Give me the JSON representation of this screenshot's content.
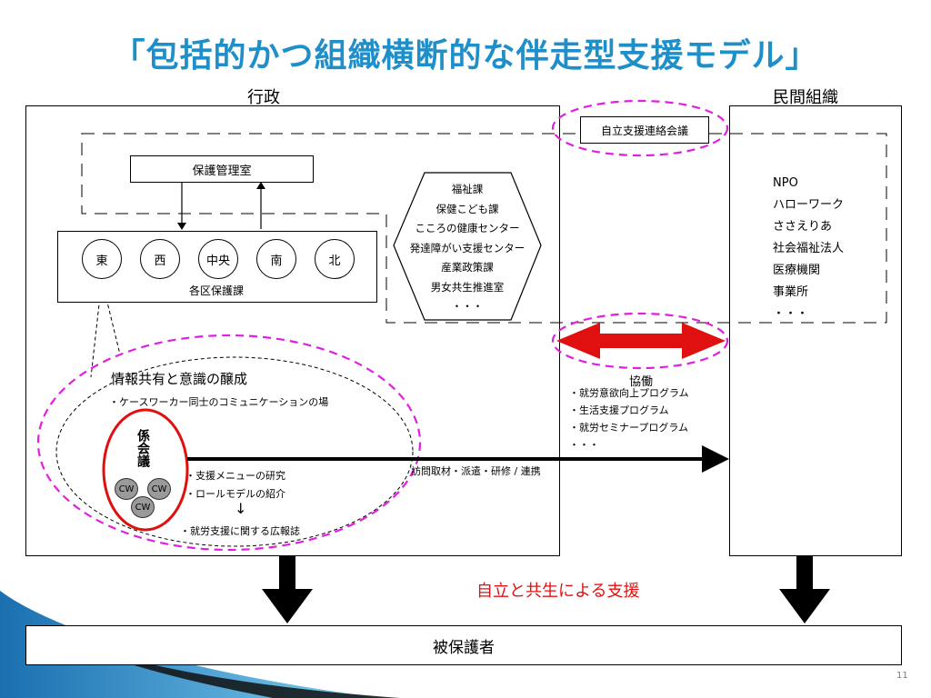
{
  "title": "「包括的かつ組織横断的な伴走型支援モデル」",
  "gov_label": "行政",
  "private_label": "民間組織",
  "council": "自立支援連絡会議",
  "hogo_office": "保護管理室",
  "wards": [
    "東",
    "西",
    "中央",
    "南",
    "北"
  ],
  "ward_caption": "各区保護課",
  "depts": [
    "福祉課",
    "保健こども課",
    "こころの健康センター",
    "発達障がい支援センター",
    "産業政策課",
    "男女共生推進室",
    "・・・"
  ],
  "private_orgs": [
    "NPO",
    "ハローワーク",
    "ささえりあ",
    "社会福祉法人",
    "医療機関",
    "事業所",
    "・・・"
  ],
  "info_title": "情報共有と意識の醸成",
  "info_bullet": "・ケースワーカー同士のコミュニケーションの場",
  "kakari": "係会議",
  "cw_label": "CW",
  "activities": [
    "・支援メニューの研究",
    "・ロールモデルの紹介"
  ],
  "down_arrow": "↓",
  "pr_item": "・就労支援に関する広報誌",
  "kyodo": "協働",
  "programs": [
    "・就労意欲向上プログラム",
    "・生活支援プログラム",
    "・就労セミナープログラム",
    "・・・"
  ],
  "arrow_label": "訪問取材・派遣・研修 / 連携",
  "support": "自立と共生による支援",
  "recipient": "被保護者",
  "page_number": "11",
  "colors": {
    "title": "#1f8fc9",
    "magenta": "#e020e0",
    "red": "#e01010",
    "arrow_red": "#e01010"
  }
}
